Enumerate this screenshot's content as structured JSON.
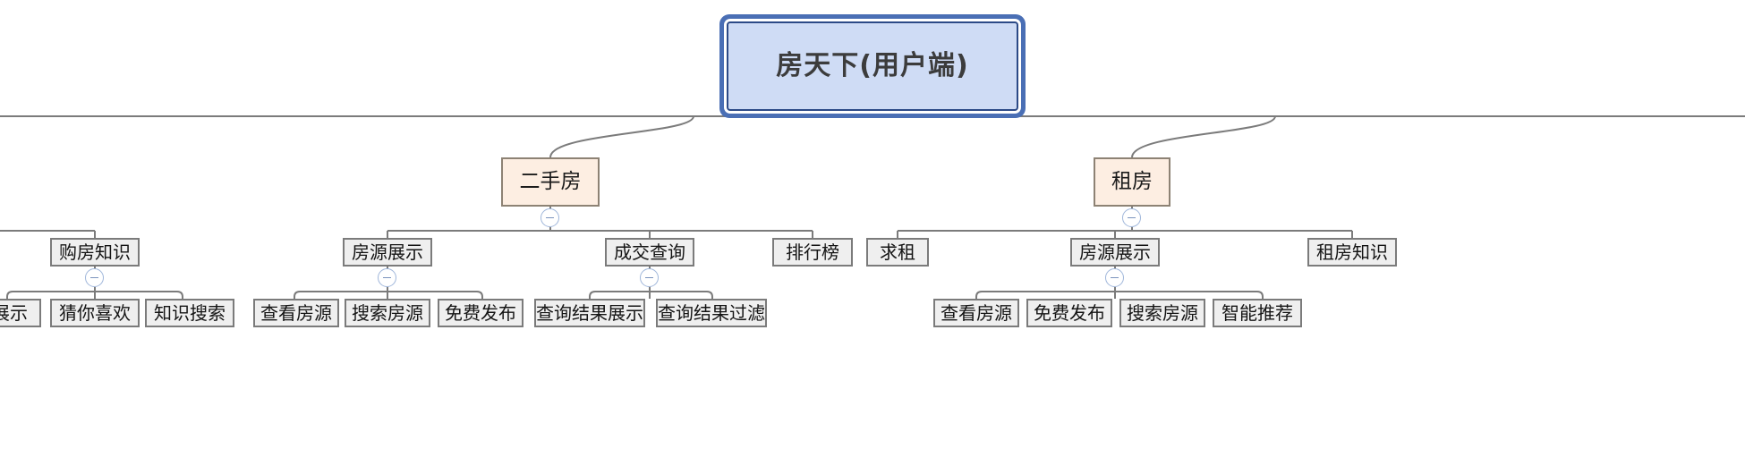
{
  "diagram": {
    "title": "房天下(用户端)",
    "type": "mindmap-tree",
    "colors": {
      "root_fill": "#cfdcf5",
      "root_border": "#2c4a87",
      "root_outer_border": "#4a6fb5",
      "category_fill": "#fdeee2",
      "category_border": "#8d8274",
      "node_fill": "#efefef",
      "node_border": "#7b7b7b",
      "edge": "#7b7b7b",
      "toggle": "#9fb6da",
      "background": "#ffffff"
    }
  },
  "root": {
    "label": "房天下(用户端)"
  },
  "categories": [
    {
      "id": "ershoufang",
      "label": "二手房",
      "toggle": "collapse-minus-icon"
    },
    {
      "id": "zufang",
      "label": "租房",
      "toggle": "collapse-minus-icon"
    }
  ],
  "level3": [
    {
      "id": "goufangzhishi",
      "label": "购房知识",
      "parent": "",
      "toggle": "collapse-minus-icon"
    },
    {
      "id": "fangyuan-ershou",
      "label": "房源展示",
      "parent": "ershoufang",
      "toggle": "collapse-minus-icon"
    },
    {
      "id": "chengjiaochaxun",
      "label": "成交查询",
      "parent": "ershoufang",
      "toggle": "collapse-minus-icon"
    },
    {
      "id": "paihangbang",
      "label": "排行榜",
      "parent": "ershoufang",
      "toggle": ""
    },
    {
      "id": "qiuzu",
      "label": "求租",
      "parent": "zufang",
      "toggle": ""
    },
    {
      "id": "fangyuan-zu",
      "label": "房源展示",
      "parent": "zufang",
      "toggle": "collapse-minus-icon"
    },
    {
      "id": "zufangzhishi",
      "label": "租房知识",
      "parent": "zufang",
      "toggle": ""
    }
  ],
  "level4": [
    {
      "id": "zhanshi",
      "label": "展示",
      "parent": "goufangzhishi"
    },
    {
      "id": "caini",
      "label": "猜你喜欢",
      "parent": "goufangzhishi"
    },
    {
      "id": "zhishisousuo",
      "label": "知识搜索",
      "parent": "goufangzhishi"
    },
    {
      "id": "chakanfangyuan1",
      "label": "查看房源",
      "parent": "fangyuan-ershou"
    },
    {
      "id": "sousuofangyuan1",
      "label": "搜索房源",
      "parent": "fangyuan-ershou"
    },
    {
      "id": "mianfeifabu1",
      "label": "免费发布",
      "parent": "fangyuan-ershou"
    },
    {
      "id": "chaxunzhanshi",
      "label": "查询结果展示",
      "parent": "chengjiaochaxun"
    },
    {
      "id": "chaxunguolv",
      "label": "查询结果过滤",
      "parent": "chengjiaochaxun"
    },
    {
      "id": "chakanfangyuan2",
      "label": "查看房源",
      "parent": "fangyuan-zu"
    },
    {
      "id": "mianfeifabu2",
      "label": "免费发布",
      "parent": "fangyuan-zu"
    },
    {
      "id": "sousuofangyuan2",
      "label": "搜索房源",
      "parent": "fangyuan-zu"
    },
    {
      "id": "zhinengtuijian",
      "label": "智能推荐",
      "parent": "fangyuan-zu"
    }
  ]
}
